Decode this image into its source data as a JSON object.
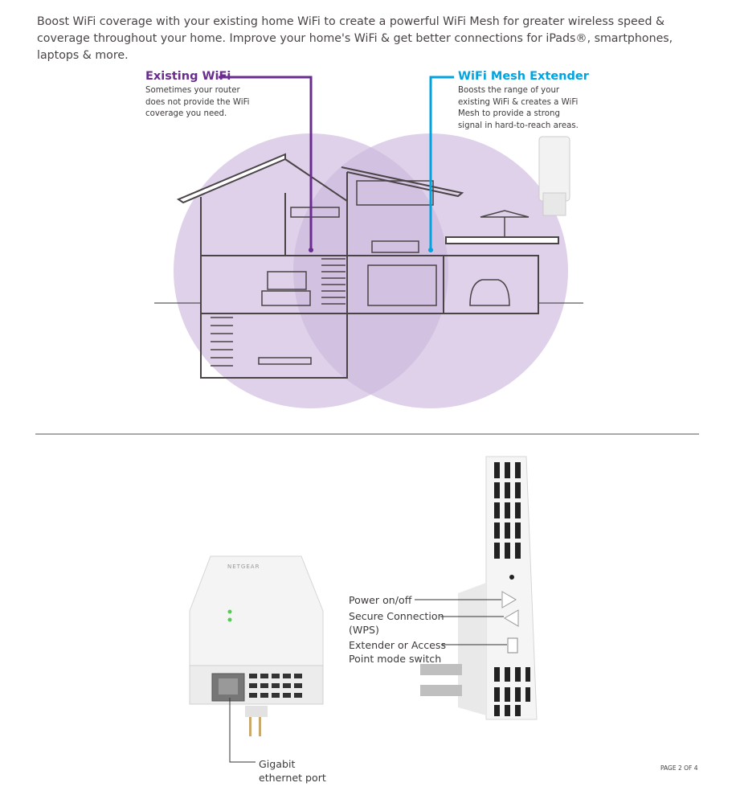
{
  "intro": "Boost WiFi coverage with your existing home WiFi to create a powerful WiFi Mesh for greater wireless speed & coverage throughout your home. Improve your home's WiFi & get better connections for iPads®, smartphones, laptops & more.",
  "existing": {
    "title": "Existing WiFi",
    "desc": "Sometimes your router does not provide the WiFi coverage you need.",
    "color": "#6a2c8e"
  },
  "extender": {
    "title": "WiFi Mesh Extender",
    "desc": "Boosts the range of your existing WiFi & creates a WiFi Mesh to provide a strong signal in hard-to-reach areas.",
    "color": "#00a3e0"
  },
  "device_labels": {
    "power": "Power on/off",
    "wps": "Secure Connection (WPS)",
    "mode": "Extender or Access Point mode switch",
    "ethernet": "Gigabit ethernet port"
  },
  "device_brand": "NETGEAR",
  "page_number": "PAGE 2 OF 4"
}
